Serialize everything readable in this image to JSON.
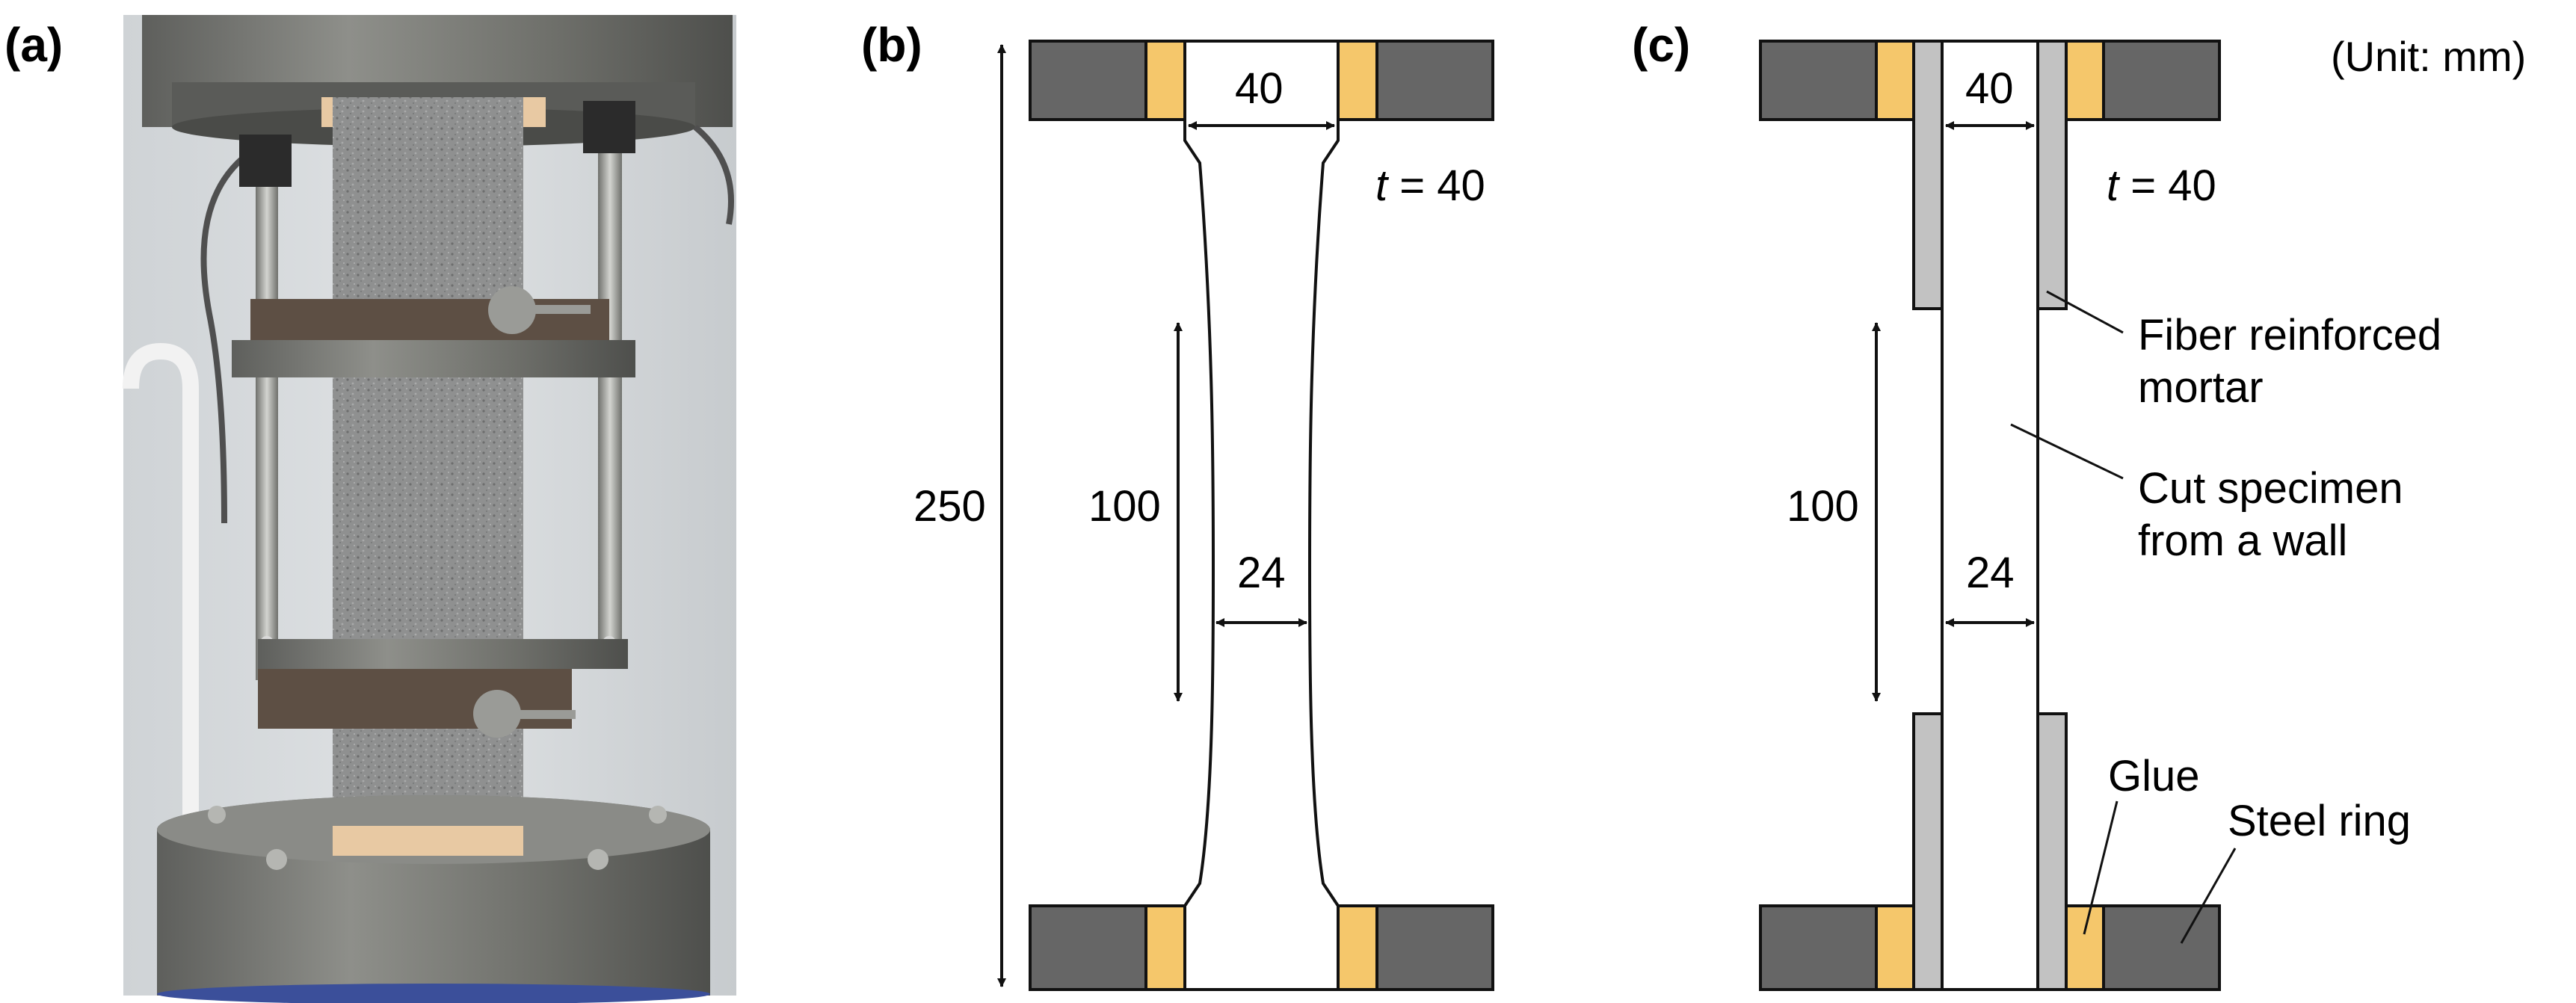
{
  "panels": {
    "a": {
      "label": "(a)"
    },
    "b": {
      "label": "(b)",
      "dims": {
        "top_width": "40",
        "thickness": "t = 40",
        "total_height": "250",
        "gauge_length": "100",
        "neck_width": "24"
      }
    },
    "c": {
      "label": "(c)",
      "unit": "(Unit: mm)",
      "dims": {
        "top_width": "40",
        "thickness": "t = 40",
        "gauge_length": "100",
        "neck_width": "24"
      },
      "callouts": {
        "fiber_line1": "Fiber reinforced",
        "fiber_line2": "mortar",
        "cut_line1": "Cut specimen",
        "cut_line2": "from a wall",
        "glue": "Glue",
        "steel_ring": "Steel ring"
      }
    }
  },
  "colors": {
    "steel": "#666666",
    "glue": "#f5c76b",
    "fiber_mortar": "#c2c2c2",
    "outline": "#111111"
  }
}
